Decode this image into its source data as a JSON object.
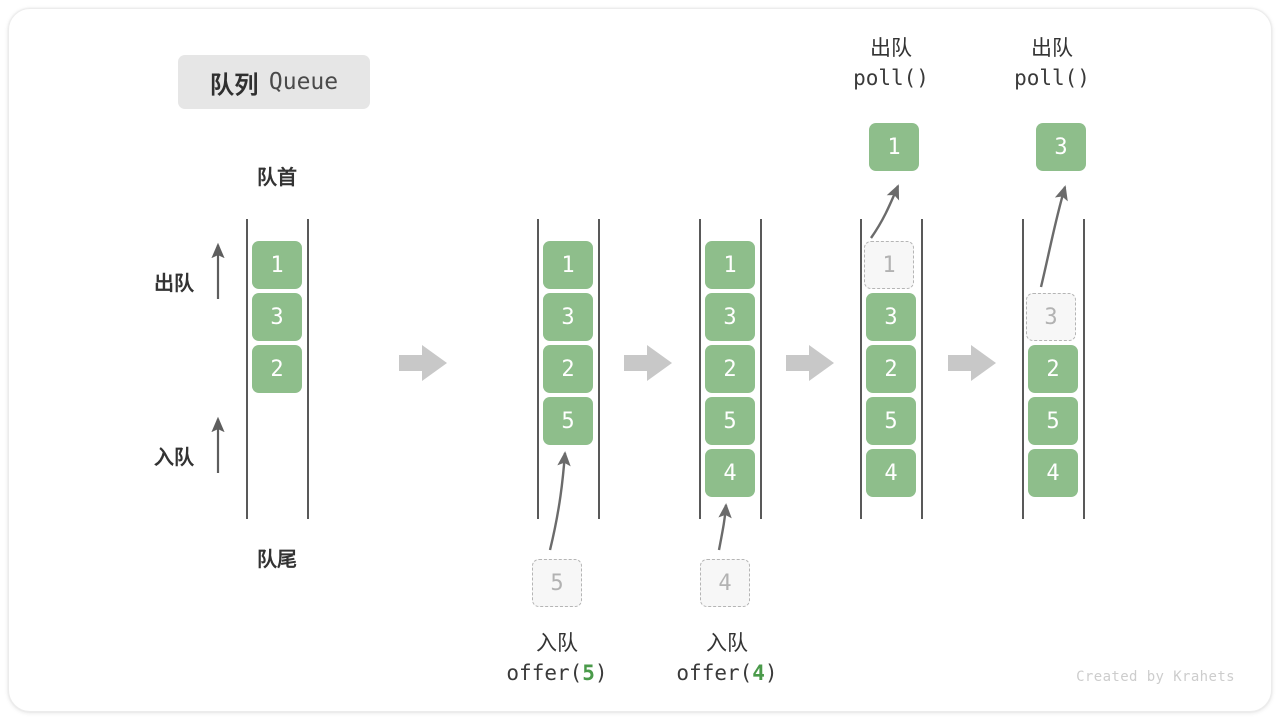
{
  "title": {
    "cn": "队列",
    "en": "Queue"
  },
  "labels": {
    "head": "队首",
    "tail": "队尾",
    "dequeue_side": "出队",
    "enqueue_side": "入队"
  },
  "credit": "Created by Krahets",
  "colors": {
    "cell_green": "#8ebe8b",
    "cell_text": "#ffffff",
    "ghost_fill": "#f7f7f7",
    "ghost_border": "#b5b5b5",
    "ghost_text": "#b2b2b2",
    "rail": "#595959",
    "arrow": "#6b6b6b",
    "step_arrow": "#c8c8c8",
    "badge_bg": "#e6e6e6",
    "accent_arg": "#4a9a4a",
    "credit": "#cdcdcd"
  },
  "diagram": {
    "type": "queue-operation-sequence",
    "description": "Queue FIFO operations: initial state, two offers, two polls",
    "columns": [
      {
        "id": "state-initial",
        "header": null,
        "cells": [
          {
            "value": "1",
            "state": "filled"
          },
          {
            "value": "3",
            "state": "filled"
          },
          {
            "value": "2",
            "state": "filled"
          }
        ],
        "incoming": null,
        "outgoing": null,
        "footer": null
      },
      {
        "id": "state-after-offer-5",
        "header": null,
        "cells": [
          {
            "value": "1",
            "state": "filled"
          },
          {
            "value": "3",
            "state": "filled"
          },
          {
            "value": "2",
            "state": "filled"
          },
          {
            "value": "5",
            "state": "filled"
          }
        ],
        "incoming": {
          "value": "5",
          "state": "ghost"
        },
        "outgoing": null,
        "footer": {
          "cn": "入队",
          "code_prefix": "offer(",
          "arg": "5",
          "code_suffix": ")"
        }
      },
      {
        "id": "state-after-offer-4",
        "header": null,
        "cells": [
          {
            "value": "1",
            "state": "filled"
          },
          {
            "value": "3",
            "state": "filled"
          },
          {
            "value": "2",
            "state": "filled"
          },
          {
            "value": "5",
            "state": "filled"
          },
          {
            "value": "4",
            "state": "filled"
          }
        ],
        "incoming": {
          "value": "4",
          "state": "ghost"
        },
        "outgoing": null,
        "footer": {
          "cn": "入队",
          "code_prefix": "offer(",
          "arg": "4",
          "code_suffix": ")"
        }
      },
      {
        "id": "state-after-poll-1",
        "header": {
          "cn": "出队",
          "code": "poll()"
        },
        "cells": [
          {
            "value": "1",
            "state": "ghost"
          },
          {
            "value": "3",
            "state": "filled"
          },
          {
            "value": "2",
            "state": "filled"
          },
          {
            "value": "5",
            "state": "filled"
          },
          {
            "value": "4",
            "state": "filled"
          }
        ],
        "incoming": null,
        "outgoing": {
          "value": "1",
          "state": "filled"
        },
        "footer": null
      },
      {
        "id": "state-after-poll-3",
        "header": {
          "cn": "出队",
          "code": "poll()"
        },
        "cells": [
          {
            "value": "",
            "state": "empty"
          },
          {
            "value": "3",
            "state": "ghost"
          },
          {
            "value": "2",
            "state": "filled"
          },
          {
            "value": "5",
            "state": "filled"
          },
          {
            "value": "4",
            "state": "filled"
          }
        ],
        "incoming": null,
        "outgoing": {
          "value": "3",
          "state": "filled"
        },
        "footer": null
      }
    ],
    "step_arrows": 4
  }
}
